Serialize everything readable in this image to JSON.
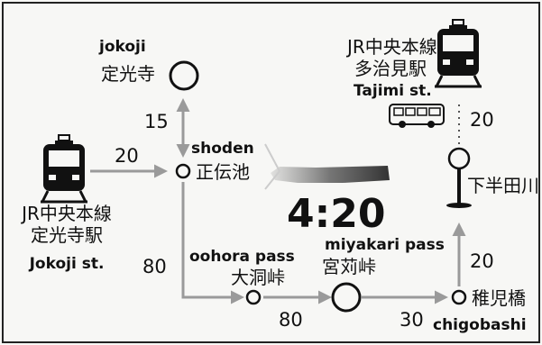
{
  "stations": {
    "jokoji_station": {
      "line": "JR中央本線",
      "name": "定光寺駅",
      "en": "Jokoji st."
    },
    "tajimi_station": {
      "line": "JR中央本線",
      "name": "多治見駅",
      "en": "Tajimi st."
    }
  },
  "places": {
    "jokoji": {
      "en": "jokoji",
      "jp": "定光寺"
    },
    "shoden": {
      "en": "shoden",
      "jp": "正伝池"
    },
    "oohora": {
      "en": "oohora pass",
      "jp": "大洞峠"
    },
    "miyakari": {
      "en": "miyakari pass",
      "jp": "宮苅峠"
    },
    "chigobashi": {
      "en": "chigobashi",
      "jp": "稚児橋"
    },
    "shimohandagawa": {
      "jp": "下半田川"
    }
  },
  "segments": {
    "jokoji_to_shoden": "15",
    "station_to_shoden": "20",
    "shoden_to_oohora": "80",
    "oohora_to_miyakari": "80",
    "miyakari_to_chigobashi": "30",
    "chigobashi_to_shimohandagawa": "20",
    "bus_to_tajimi": "20"
  },
  "total_time": "4:20",
  "icons": [
    "train-icon",
    "bus-icon",
    "bus-stop-icon"
  ],
  "colors": {
    "line": "#9a9a9a",
    "ink": "#111111",
    "background": "#f7f7f5"
  }
}
